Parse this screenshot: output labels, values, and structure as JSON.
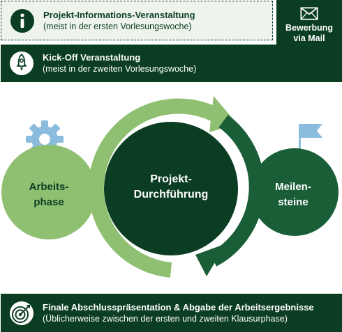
{
  "info_row": {
    "title": "Projekt-Informations-Veranstaltung",
    "subtitle": "(meist in der ersten Vorlesungswoche)",
    "icon": "info-icon"
  },
  "mail_button": {
    "label_line1": "Bewerbung",
    "label_line2": "via Mail",
    "icon": "envelope-icon"
  },
  "kickoff_row": {
    "title": "Kick-Off Veranstaltung",
    "subtitle": "(meist in der zweiten Vorlesungswoche)",
    "icon": "rocket-icon"
  },
  "cycle": {
    "left_label_line1": "Arbeits-",
    "left_label_line2": "phase",
    "center_label_line1": "Projekt-",
    "center_label_line2": "Durchführung",
    "right_label_line1": "Meilen-",
    "right_label_line2": "steine",
    "left_icon": "gear-icon",
    "right_icon": "flag-icon"
  },
  "final_row": {
    "title": "Finale Abschlusspräsentation & Abgabe der Arbeitsergebnisse",
    "subtitle": "(Üblicherweise zwischen der ersten und zweiten Klausurphase)",
    "icon": "target-icon"
  },
  "colors": {
    "dark_green": "#0b3d22",
    "mid_green": "#1a5e38",
    "light_green": "#8fc071",
    "pale_green": "#eef4ec",
    "light_blue": "#8bbbdd"
  }
}
